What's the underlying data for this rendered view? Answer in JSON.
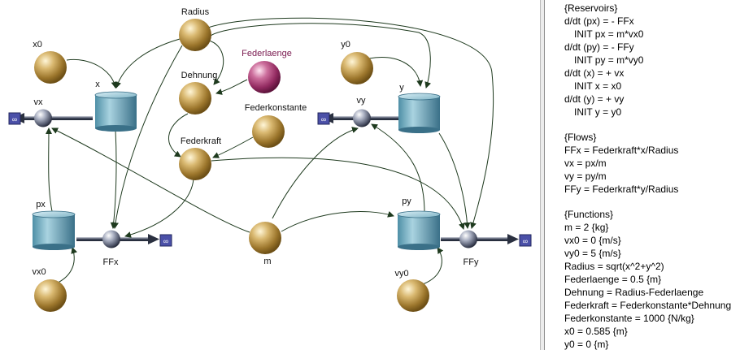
{
  "nodes": {
    "radius": "Radius",
    "federlaenge": "Federlaenge",
    "dehnung": "Dehnung",
    "federkonstante": "Federkonstante",
    "federkraft": "Federkraft",
    "x0": "x0",
    "y0": "y0",
    "x": "x",
    "y": "y",
    "vx": "vx",
    "vy": "vy",
    "px": "px",
    "py": "py",
    "FFx": "FFx",
    "FFy": "FFy",
    "m": "m",
    "vx0": "vx0",
    "vy0": "vy0"
  },
  "equations": [
    "{Reservoirs}",
    "d/dt (px) = - FFx",
    "INIT px = m*vx0",
    "d/dt (py) = - FFy",
    "INIT py = m*vy0",
    "d/dt (x) = + vx",
    "INIT x = x0",
    "d/dt (y) = + vy",
    "INIT y = y0",
    "",
    "{Flows}",
    "FFx = Federkraft*x/Radius",
    "vx = px/m",
    "vy = py/m",
    "FFy = Federkraft*y/Radius",
    "",
    "{Functions}",
    "m = 2 {kg}",
    "vx0 = 0 {m/s}",
    "vy0 = 5 {m/s}",
    "Radius = sqrt(x^2+y^2)",
    "Federlaenge = 0.5 {m}",
    "Dehnung = Radius-Federlaenge",
    "Federkraft = Federkonstante*Dehnung",
    "Federkonstante = 1000 {N/kg}",
    "x0 = 0.585 {m}",
    "y0 = 0 {m}"
  ],
  "colors": {
    "variable": "#a07a2c",
    "parameter": "#a0306a",
    "flow": "#6a7080",
    "stock": "#3a6c80",
    "cloud": "#4a4fa6"
  }
}
